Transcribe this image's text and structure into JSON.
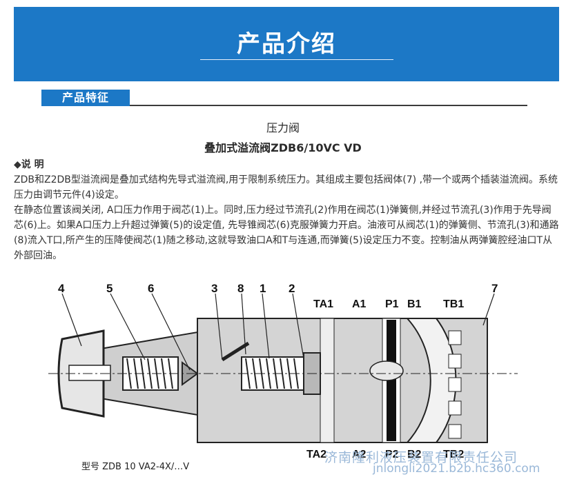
{
  "banner": {
    "title": "产品介绍",
    "color": "#1c78c6"
  },
  "section": {
    "tab_label": "产品特征"
  },
  "product": {
    "category": "压力阀",
    "name": "叠加式溢流阀ZDB6/10VC VD"
  },
  "description": {
    "label": "◆说    明",
    "paragraphs": [
      "ZDB和Z2DB型溢流阀是叠加式结构先导式溢流阀,用于限制系统压力。其组成主要包括阀体(7) ,带一个或两个插装溢流阀。系统压力由调节元件(4)设定。",
      "在静态位置该阀关闭, A口压力作用于阀芯(1)上。同时,压力经过节流孔(2)作用在阀芯(1)弹簧侧,并经过节流孔(3)作用于先导阀芯(6)上。如果A口压力上升超过弹簧(5)的设定值, 先导锥阀芯(6)克服弹簧力开启。油液可从阀芯(1)的弹簧侧、节流孔(3)和通路(8)流入T口,所产生的压降使阀芯(1)随之移动,这就导致油口A和T与连通,而弹簧(5)设定压力不变。控制油从两弹簧腔经油口T从外部回油。"
    ]
  },
  "diagram": {
    "callouts": [
      "4",
      "5",
      "6",
      "3",
      "8",
      "1",
      "2",
      "7"
    ],
    "ports_top": [
      "TA1",
      "A1",
      "P1",
      "B1",
      "TB1"
    ],
    "ports_bottom": [
      "TA2",
      "A2",
      "P2",
      "B2",
      "TB2"
    ],
    "caption": "型号 ZDB 10 VA2-4X/…V"
  },
  "watermark": {
    "company": "济南隆利液压装置有限责任公司",
    "site": "jnlongli2021.b2b.hc360.com"
  }
}
